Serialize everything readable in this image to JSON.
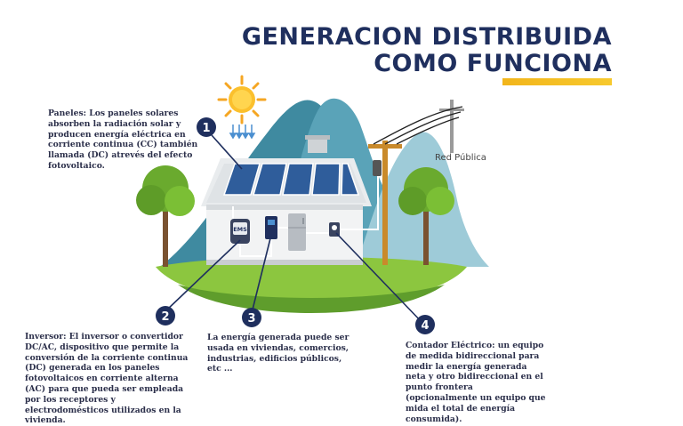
{
  "title": {
    "line1": "GENERACION DISTRIBUIDA",
    "line2": "COMO FUNCIONA"
  },
  "labels": {
    "red_publica": "Red Pública",
    "ems": "EMS"
  },
  "markers": [
    "1",
    "2",
    "3",
    "4"
  ],
  "notes": {
    "paneles": "Paneles: Los paneles solares absorben la radiación solar y producen energía eléctrica en corriente continua (CC) también llamada (DC) atrevés del efecto fotovoltaico.",
    "inversor": "Inversor: El inversor o convertidor DC/AC, dispositivo que permite la conversión de la corriente continua (DC) generada en los paneles fotovoltaicos en corriente alterna (AC) para que pueda ser empleada por los receptores y electrodomésticos utilizados en la vivienda.",
    "energia": "La energía generada puede ser usada en viviendas, comercios, industrias, edificios públicos, etc ...",
    "contador": "Contador Eléctrico: un equipo de medida bidireccional para medir la energía generada neta y otro bidireccional en el punto frontera (opcionalmente un equipo que mida el total de energía consumida)."
  },
  "colors": {
    "title": "#1f2f5e",
    "accent_bar": "#f2b51b",
    "marker": "#1f2f5e",
    "grass": "#8cc63f",
    "mountain": "#4b8fa6",
    "panel": "#2f5d9b"
  },
  "icons": [
    "sun-icon",
    "tree-icon",
    "utility-pole-icon",
    "solar-panel-icon",
    "inverter-icon",
    "meter-icon"
  ]
}
